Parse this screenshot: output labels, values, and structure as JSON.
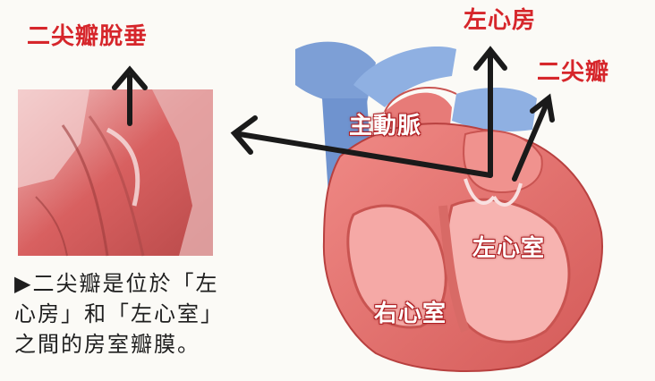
{
  "labels": {
    "valve_prolapse": "二尖瓣脫垂",
    "left_atrium": "左心房",
    "mitral_valve": "二尖瓣",
    "aorta": "主動脈",
    "left_ventricle": "左心室",
    "right_ventricle": "右心室"
  },
  "caption": {
    "line1": "▶二尖瓣是位於「左",
    "line2": "心房」和「左心室」",
    "line3": "之間的房室瓣膜。"
  },
  "colors": {
    "label_red": "#d6262b",
    "arrow": "#1a1a1a",
    "heart_muscle": "#e56e6c",
    "vessel_blue": "#7d9fd6"
  }
}
